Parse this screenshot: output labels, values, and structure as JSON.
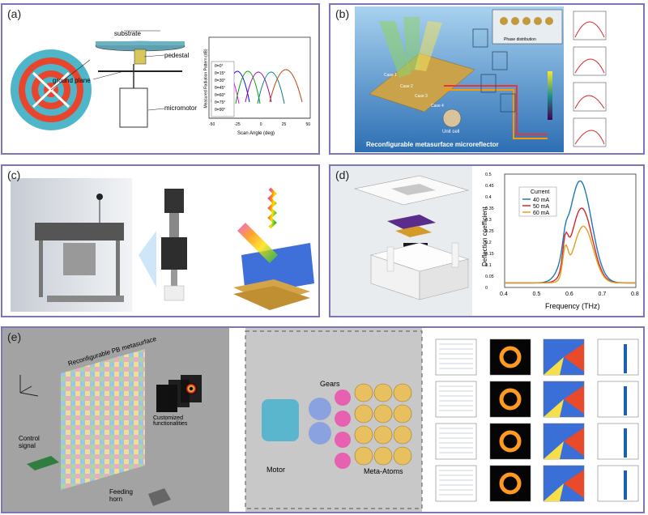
{
  "figure": {
    "panel_a": {
      "tag": "(a)",
      "labels": {
        "substrate": "substrate",
        "pedestal": "pedestal",
        "ground_plane": "ground plane",
        "micromotor": "micromotor"
      },
      "plot": {
        "ylabel": "Measured Radiation Pattern (dB)",
        "xlabel": "Scan Angle (deg)",
        "xticks": [
          "-50",
          "-25",
          "0",
          "25",
          "50"
        ],
        "legend": [
          "θ=0°",
          "θ=15°",
          "θ=30°",
          "θ=45°",
          "θ=60°",
          "θ=75°",
          "θ=90°"
        ]
      }
    },
    "panel_b": {
      "tag": "(b)",
      "title": "Reconfigurable metasurface microreflector",
      "unit_cell": "Unit cell",
      "inset": "Phase distribution",
      "cases": [
        "Case 1",
        "Case 2",
        "Case 3",
        "Case 4"
      ]
    },
    "panel_c": {
      "tag": "(c)"
    },
    "panel_d": {
      "tag": "(d)",
      "plot": {
        "ylabel": "Deflection coefficient",
        "xlabel": "Frequency (THz)",
        "legend_title": "Current",
        "legend": [
          "40 mA",
          "50 mA",
          "60 mA"
        ],
        "xticks": [
          "0.4",
          "0.5",
          "0.6",
          "0.7",
          "0.8"
        ],
        "yticks": [
          "0",
          "0.05",
          "0.1",
          "0.15",
          "0.2",
          "0.25",
          "0.3",
          "0.35",
          "0.4",
          "0.45",
          "0.5"
        ]
      }
    },
    "panel_e": {
      "tag": "(e)",
      "metasurface": "Reconfigurable PB metasurface",
      "control": "Control signal",
      "feeding": "Feeding horn",
      "functions": "Customized functionalities",
      "gears": "Gears",
      "motor": "Motor",
      "meta_atoms": "Meta-Atoms"
    }
  },
  "colors": {
    "frame": "#7b76b7",
    "blue": "#1f77b4",
    "red": "#d62728",
    "orange": "#e0a020"
  }
}
